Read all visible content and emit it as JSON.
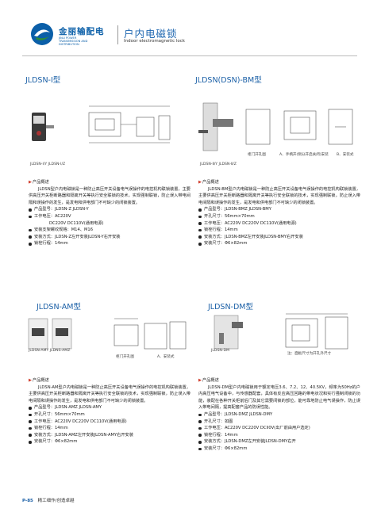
{
  "header": {
    "brand": "金丽输配电",
    "brand_en": "JINLI POWER TRANSMISSION AND DISTRIBUTION",
    "title_cn": "户内电磁锁",
    "title_en": "Indoor electromagnetic lock"
  },
  "sections": [
    {
      "title": "JLDSN-Ⅰ型",
      "captions": [
        "JLDSN-Ⅰ/Y  JLDSN-Ⅰ/Z"
      ],
      "overview": "产品概述",
      "intro": "JLDSN型户内电磁锁是一种防止高压开关设备电气误操作的电控机构联锁装置，主要供高压开关柜断路器和隔离开关等执行安全联锁的技术，实现强制联锁，防止误入带电间隔和误操作的发生，是发电和供电部门不可缺少的闭锁装置。",
      "specs": [
        "产品型号：JLDSN-Z  JLDSN-Y",
        "工作电压：AC220V",
        "DC220V DC110V(通用电源)",
        "安装支架螺纹规格：M14、M16",
        "安装方式：JLDSN-Z左开安装JLDSN-Y右开安装",
        "锁栓行程：14mm"
      ]
    },
    {
      "title": "JLDSN(DSN)-BM型",
      "captions": [
        "JLDSN-Ⅱ/Y  JLDSN-Ⅱ/Z",
        "柜门开孔图",
        "A、手柄开(侧分开启关闭)安装",
        "B、安装式"
      ],
      "overview": "产品概述",
      "intro": "JLDSN-BM型户内电磁锁是一种防止高压开关设备电气误操作的电控机构联锁装置，主要供高压开关柜断路器和隔离开关等执行安全联锁的技术，实现强制联锁，防止误入带电间隔和误操作的发生，是发电和供电部门不可缺少的闭锁装置。",
      "specs": [
        "产品型号：JLDSN-BMZ  JLDSN-BMY",
        "开孔尺寸：56mm×70mm",
        "工作电压：AC220V DC220V DC110V(通用电源)",
        "锁栓行程：14mm",
        "安装方式：JLDSN-BMZ左开安装JLDSN-BMY右开安装",
        "安装尺寸：Φ6×82mm"
      ]
    },
    {
      "title": "JLDSN-AM型",
      "captions": [
        "JLDSN-AMY  JLDNS-AMZ",
        "柜门开孔图",
        "A、安装式"
      ],
      "overview": "产品概述",
      "intro": "JLDSN-AM型户内电磁锁是一种防止高压开关设备电气误操作的电控机构联锁装置，主要供高压开关柜断路器和隔离开关等执行安全联锁的技术，实现强制联锁，防止误入带电间隔和误操作的发生，是发电和供电部门不可缺少的闭锁装置。",
      "specs": [
        "产品型号：JLDSN-AMZ  JLDSN-AMY",
        "开孔尺寸：56mm×70mm",
        "工作电压：AC220V DC220V DC110V(通用电源)",
        "锁栓行程：14mm",
        "安装方式：JLDSN-AMZ左开安装JLDSN-AMY右开安装",
        "安装尺寸：Φ6×82mm"
      ]
    },
    {
      "title": "JLDSN-DM型",
      "captions": [
        "JLDSN-DM",
        "注：面板尺寸为开孔外尺寸"
      ],
      "overview": "产品概述",
      "intro": "JLDSN-DM型户内电磁锁用于额定电压3.6、7.2、12、40.5KV，频率为50Hz的户内高压电气设备中，与传感器配套，具体有反应高压回路的带电状况和实行强制闭锁的功能，装配在各种开关柜前后门及其它需要闭锁的部位，能可靠地防止电气误操作，防止误入带电间隔，提高配套产品的防误性能。",
      "specs": [
        "产品型号：JLDSN-DMZ  JLDSN-DMY",
        "开孔尺寸：如图",
        "工作电压：AC220V DC220V DCll0V(出厂前由用户选定)",
        "锁栓行程：14mm",
        "安装方式：JLDSN-DMZ左开安装JLDSN-DMY右开",
        "安装尺寸：Φ6×82mm"
      ]
    }
  ],
  "footer": {
    "page": "P-85",
    "text": "精工细作/创造卓越"
  },
  "colors": {
    "accent_blue": "#1a5fa6",
    "bullet_red": "#d13b2a",
    "brand_green": "#2e8b3a"
  }
}
